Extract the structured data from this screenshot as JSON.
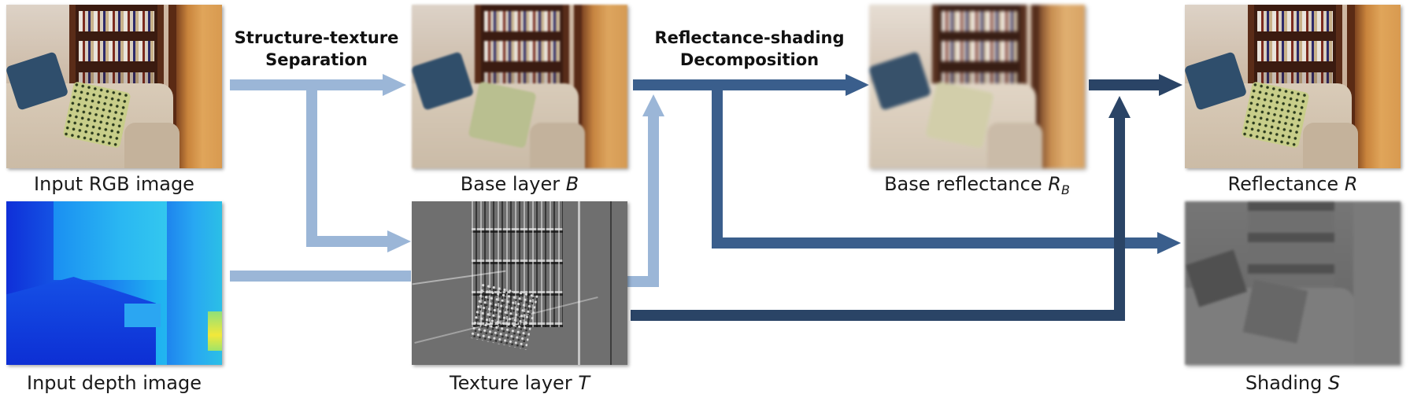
{
  "steps": {
    "structure_texture": "Structure-texture\nSeparation",
    "reflectance_shading": "Reflectance-shading\nDecomposition"
  },
  "captions": {
    "input_rgb": "Input RGB image",
    "input_depth": "Input depth image",
    "base_layer": "Base layer",
    "base_layer_symbol": "B",
    "texture_layer": "Texture layer",
    "texture_layer_symbol": "T",
    "base_reflectance": "Base reflectance",
    "base_reflectance_symbol": "R",
    "base_reflectance_subscript": "B",
    "reflectance": "Reflectance",
    "reflectance_symbol": "R",
    "shading": "Shading",
    "shading_symbol": "S"
  },
  "colors": {
    "arrow_light": "#9bb6d7",
    "arrow_mid": "#3a5e8c",
    "arrow_dark": "#2a4466"
  }
}
